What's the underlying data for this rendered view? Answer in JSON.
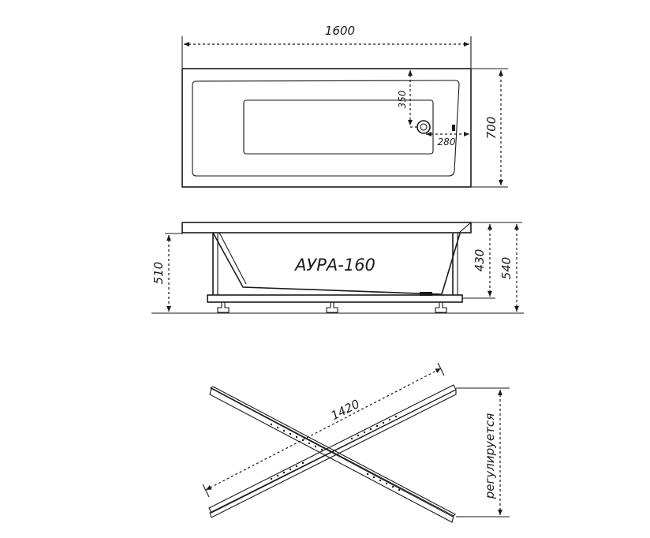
{
  "top_view": {
    "length_label": "1600",
    "width_label": "700",
    "drain_vertical_label": "350",
    "drain_horizontal_label": "280"
  },
  "side_view": {
    "model_name": "АУРА-160",
    "total_height_label": "510",
    "inner_depth_label": "430",
    "rim_height_label": "540"
  },
  "frame_view": {
    "frame_length_label": "1420",
    "adjustable_label": "регулируется"
  }
}
